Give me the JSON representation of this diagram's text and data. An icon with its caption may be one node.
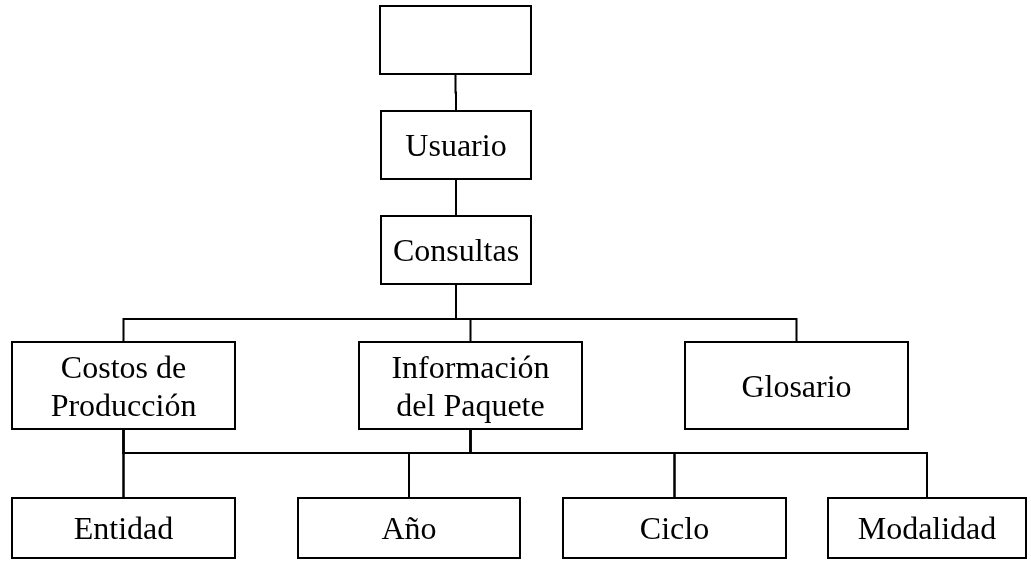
{
  "diagram": {
    "nodes": [
      {
        "text": [],
        "shape": "box"
      },
      {
        "text": [
          "Usuario"
        ]
      },
      {
        "text": [
          "Consultas"
        ]
      },
      {
        "text": [
          "Costos de Producción"
        ]
      },
      {
        "text": [
          "Información del Paquete"
        ]
      },
      {
        "text": [
          "Glosario"
        ]
      },
      {
        "text": [
          "Entidad"
        ]
      },
      {
        "text": [
          "Año"
        ]
      },
      {
        "text": [
          "Ciclo"
        ]
      },
      {
        "text": [
          "Modalidad"
        ]
      }
    ],
    "edges": [
      {
        "from": 0,
        "to": 1,
        "arrow": "none"
      },
      {
        "from": 1,
        "to": 2,
        "arrow": "none"
      },
      {
        "from": 2,
        "to": 3,
        "arrow": "none"
      },
      {
        "from": 2,
        "to": 4,
        "arrow": "none"
      },
      {
        "from": 2,
        "to": 5,
        "arrow": "none"
      },
      {
        "from": 3,
        "to": 6,
        "arrow": "none"
      },
      {
        "from": 3,
        "to": 7,
        "arrow": "none"
      },
      {
        "from": 3,
        "to": 8,
        "arrow": "none"
      },
      {
        "from": 3,
        "to": 9,
        "arrow": "none"
      },
      {
        "from": 4,
        "to": 6,
        "arrow": "none"
      },
      {
        "from": 4,
        "to": 7,
        "arrow": "none"
      },
      {
        "from": 4,
        "to": 8,
        "arrow": "none"
      },
      {
        "from": 4,
        "to": 9,
        "arrow": "none"
      }
    ]
  }
}
